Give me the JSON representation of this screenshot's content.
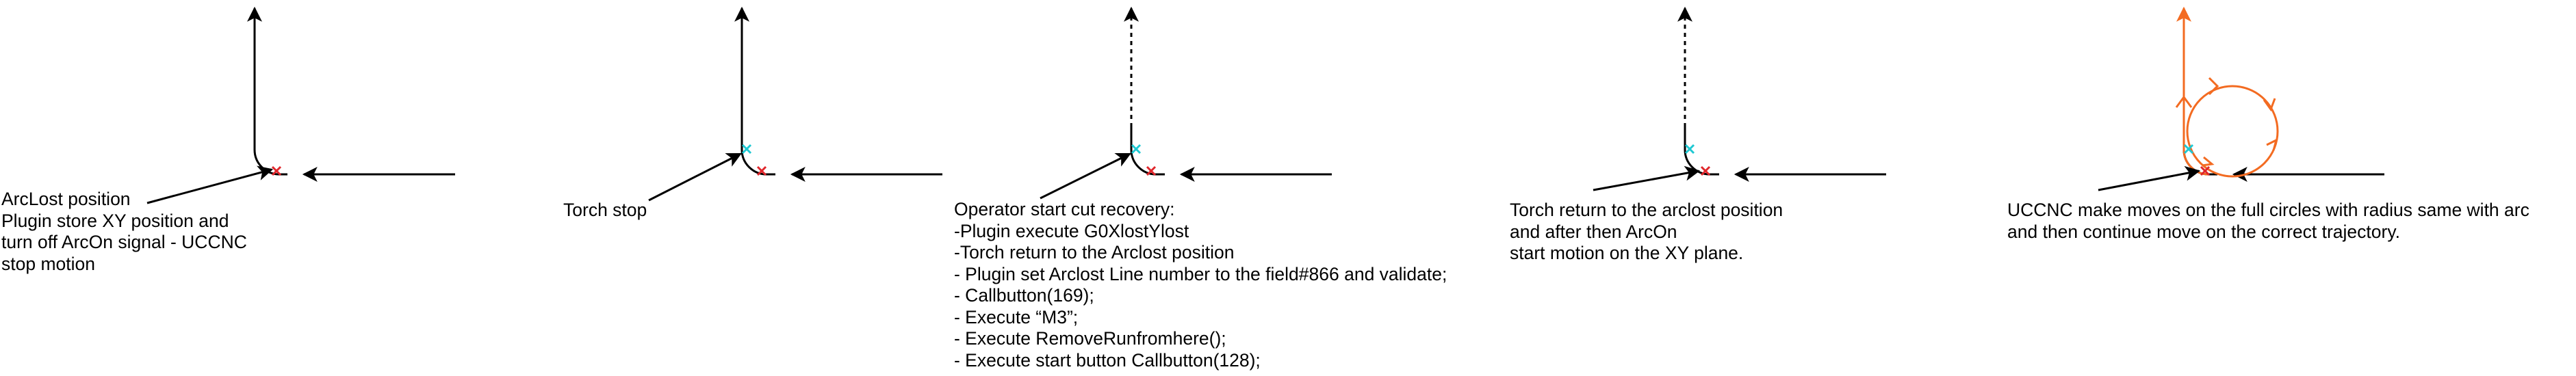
{
  "colors": {
    "line": "#000000",
    "marker_arclost": "#e0262b",
    "marker_torch_stop": "#1ec8d2",
    "recovery": "#f36b21"
  },
  "steps": [
    {
      "caption_lines": [
        "ArcLost position",
        "Plugin store XY position and",
        "turn off ArcOn signal - UCCNC",
        "stop motion"
      ]
    },
    {
      "caption_lines": [
        "Torch stop"
      ]
    },
    {
      "caption_lines": [
        "Operator start cut recovery:",
        "-Plugin execute G0XlostYlost",
        "-Torch return to the Arclost position",
        "- Plugin set Arclost Line number to the field#866 and validate;",
        "- Callbutton(169);",
        "- Execute “M3”;",
        "- Execute RemoveRunfromhere();",
        "- Execute start button Callbutton(128);"
      ]
    },
    {
      "caption_lines": [
        "Torch return to the arclost position",
        "and after then ArcOn",
        "start motion on the XY plane."
      ]
    },
    {
      "caption_lines": [
        "UCCNC make moves on the full circles with radius same with arc",
        "and then continue move on the correct trajectory."
      ]
    }
  ]
}
